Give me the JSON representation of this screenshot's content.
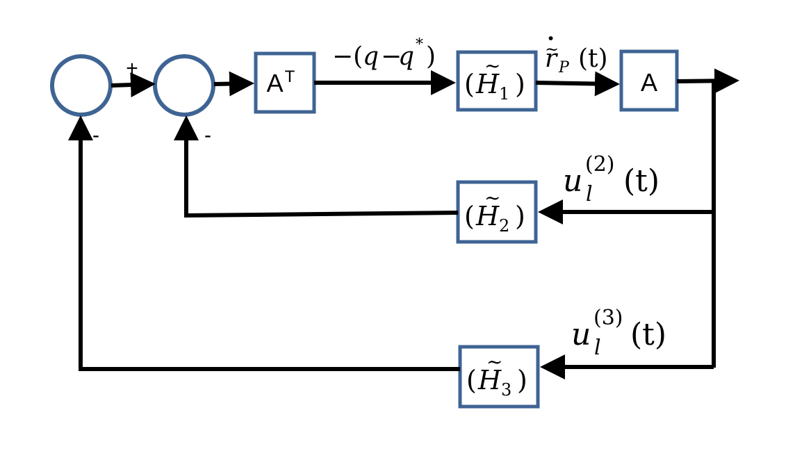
{
  "colors": {
    "block_border": "#3f6494",
    "line": "#000000",
    "background": "#ffffff"
  },
  "summing_junctions": {
    "left": {
      "plus_sign": "+",
      "bottom_sign": "-"
    },
    "right": {
      "bottom_sign": "-"
    }
  },
  "blocks": {
    "a_transpose": {
      "label": "A",
      "superscript": "T"
    },
    "h1": {
      "open": "(",
      "symbol": "H",
      "tilde": "~",
      "sub": "1",
      "close": ")"
    },
    "a": {
      "label": "A"
    },
    "h2": {
      "open": "(",
      "symbol": "H",
      "tilde": "~",
      "sub": "2",
      "close": ")"
    },
    "h3": {
      "open": "(",
      "symbol": "H",
      "tilde": "~",
      "sub": "3",
      "close": ")"
    }
  },
  "signals": {
    "q_error": {
      "prefix": "−(",
      "q": "q",
      "minus": "−",
      "q2": "q",
      "star": "*",
      "suffix": ")"
    },
    "r_dot": {
      "base": "r",
      "tilde": "~",
      "dot": "·",
      "sub": "P",
      "arg": "(t)"
    },
    "u2": {
      "base": "u",
      "sup": "(2)",
      "sub": "l",
      "arg": "(t)"
    },
    "u3": {
      "base": "u",
      "sup": "(3)",
      "sub": "l",
      "arg": "(t)"
    }
  }
}
